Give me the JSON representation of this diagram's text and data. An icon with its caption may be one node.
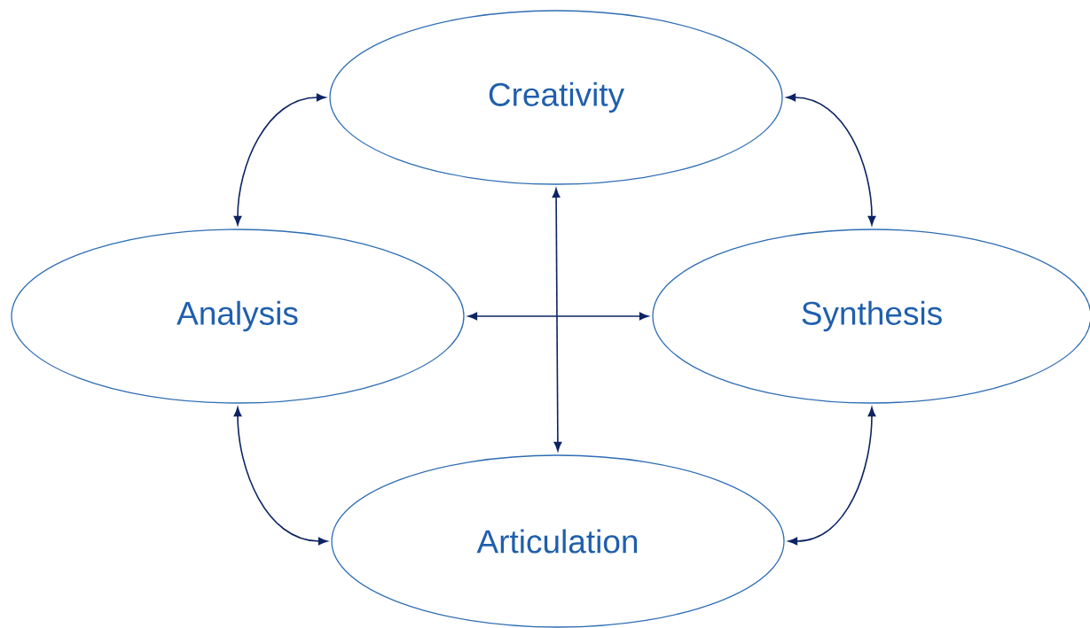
{
  "diagram": {
    "nodes": [
      {
        "text": [
          "Creativity"
        ]
      },
      {
        "text": [
          "Analysis"
        ]
      },
      {
        "text": [
          "Synthesis"
        ]
      },
      {
        "text": [
          "Articulation"
        ]
      }
    ],
    "edges": [
      {
        "from": 0,
        "to": 1,
        "arrow": "both"
      },
      {
        "from": 0,
        "to": 2,
        "arrow": "both"
      },
      {
        "from": 1,
        "to": 3,
        "arrow": "both"
      },
      {
        "from": 2,
        "to": 3,
        "arrow": "both"
      },
      {
        "from": 0,
        "to": 3,
        "arrow": "both"
      },
      {
        "from": 1,
        "to": 2,
        "arrow": "both"
      }
    ]
  }
}
